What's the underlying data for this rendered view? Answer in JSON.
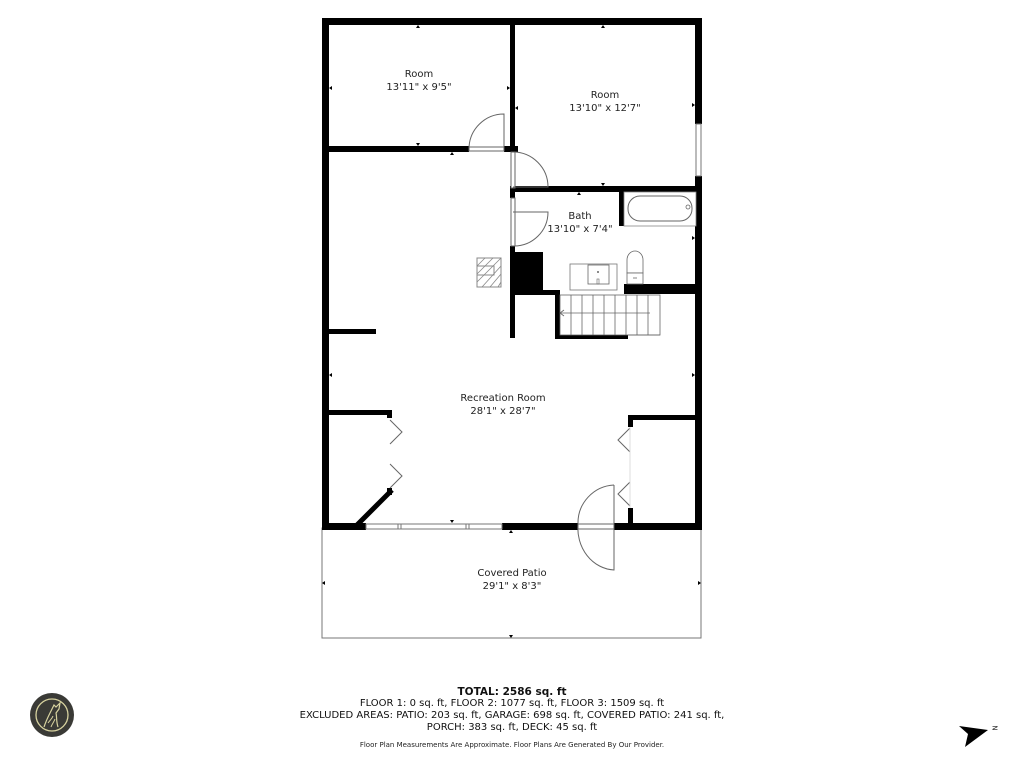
{
  "floor_plan": {
    "rooms": [
      {
        "name": "Room",
        "dimensions": "13'11\" x 9'5\""
      },
      {
        "name": "Room",
        "dimensions": "13'10\" x 12'7\""
      },
      {
        "name": "Bath",
        "dimensions": "13'10\" x 7'4\""
      },
      {
        "name": "Recreation Room",
        "dimensions": "28'1\" x 28'7\""
      },
      {
        "name": "Covered Patio",
        "dimensions": "29'1\" x 8'3\""
      }
    ],
    "fixtures": [
      "fireplace-hatch",
      "bathtub",
      "sink-vanity",
      "toilet",
      "staircase"
    ]
  },
  "summary": {
    "total": "TOTAL: 2586 sq. ft",
    "floors": "FLOOR 1: 0 sq. ft, FLOOR 2: 1077 sq. ft, FLOOR 3: 1509 sq. ft",
    "excluded_line1": "EXCLUDED AREAS: PATIO: 203 sq. ft, GARAGE: 698 sq. ft, COVERED PATIO: 241 sq. ft,",
    "excluded_line2": "PORCH: 383 sq. ft, DECK: 45 sq. ft",
    "disclaimer": "Floor Plan Measurements Are Approximate. Floor Plans Are Generated By Our Provider."
  },
  "compass": {
    "letter": "N",
    "icon": "north-arrow-icon"
  },
  "logo": {
    "icon": "howling-wolf-logo-icon",
    "bg_color": "#3a3a36",
    "line_color": "#d8d3a0"
  },
  "colors": {
    "wall": "#000000",
    "thin_line": "#666666",
    "background": "#ffffff"
  }
}
